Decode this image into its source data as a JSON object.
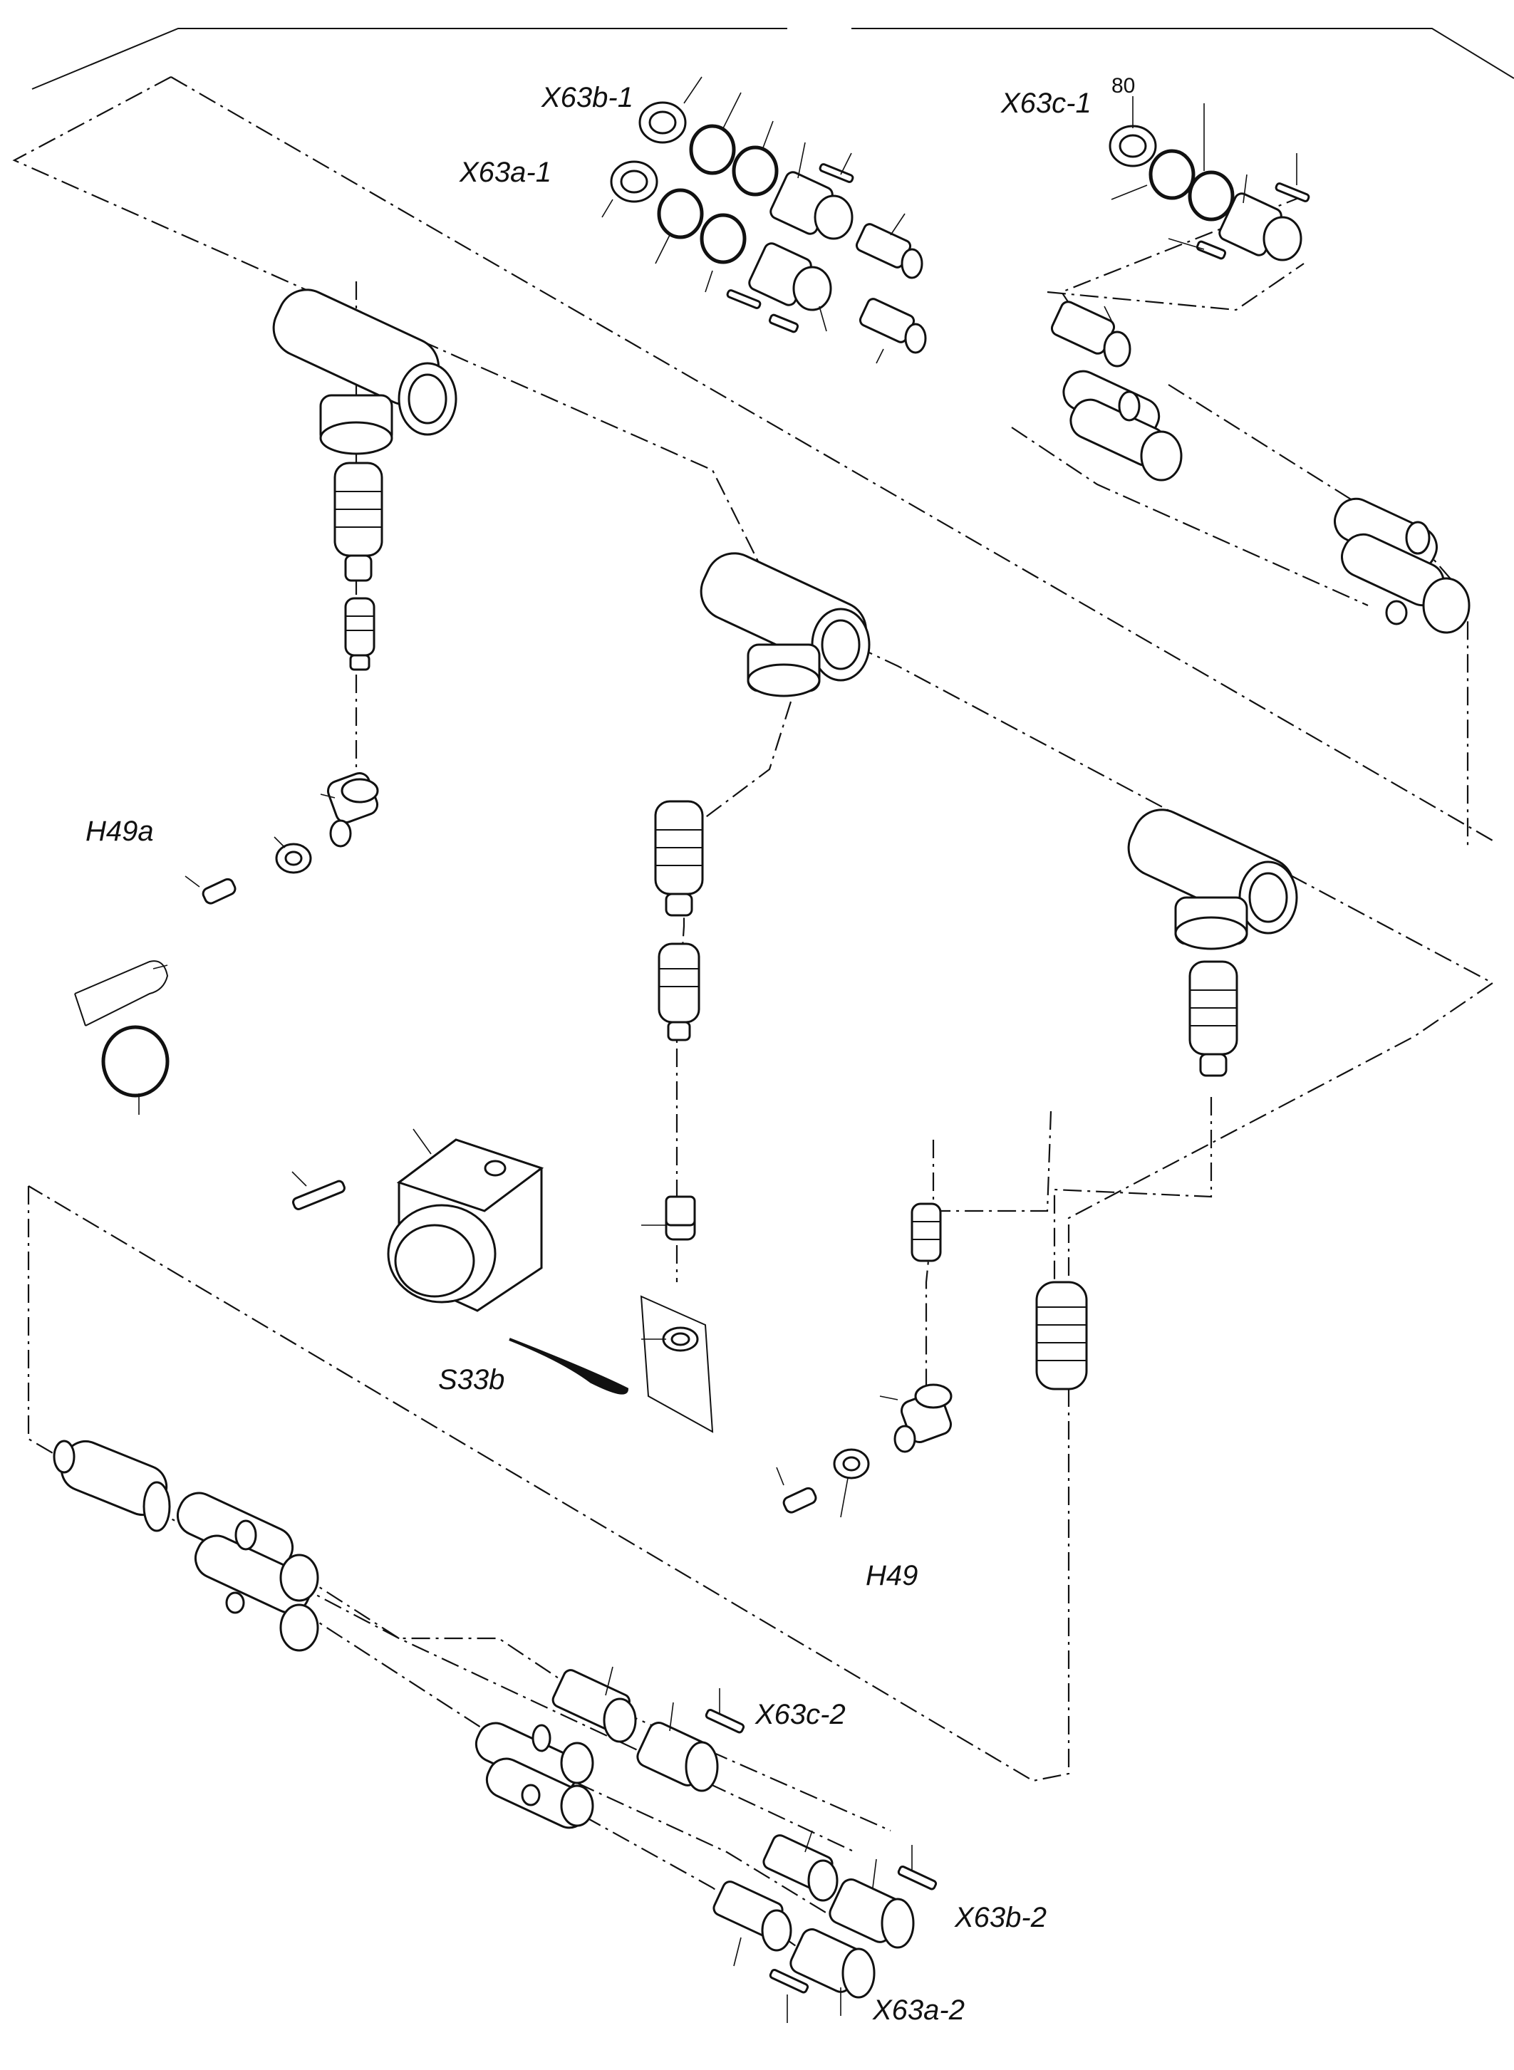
{
  "labels": {
    "x63b1": "X63b-1",
    "x63a1": "X63a-1",
    "x63c1": "X63c-1",
    "item80": "80",
    "h49a": "H49a",
    "s33b": "S33b",
    "h49": "H49",
    "x63c2": "X63c-2",
    "x63b2": "X63b-2",
    "x63a2": "X63a-2"
  }
}
